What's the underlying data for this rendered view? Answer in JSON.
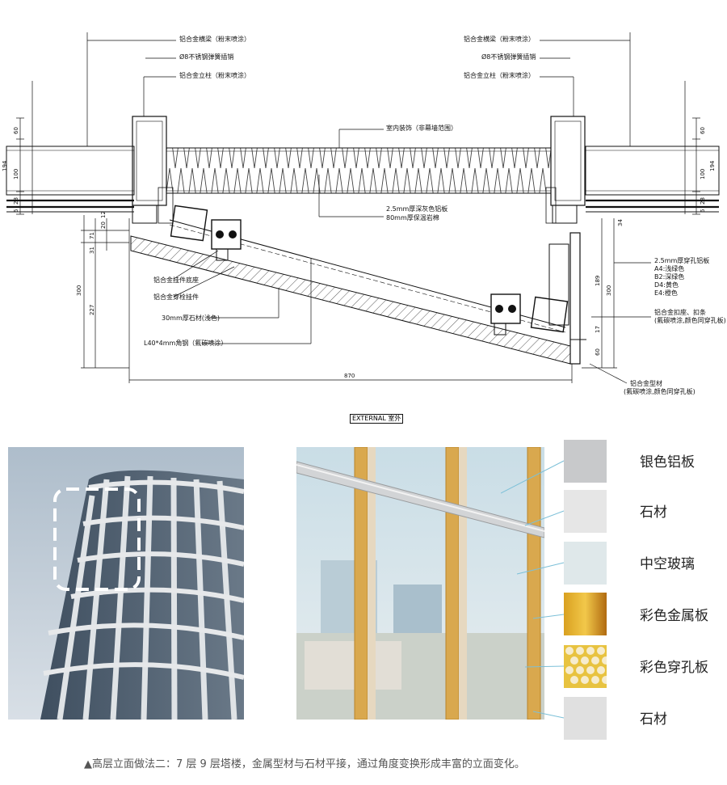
{
  "drawing": {
    "labels": {
      "tl1": "铝合金横梁（粉末喷涂）",
      "tl2": "Ø8不锈钢弹簧插销",
      "tl3": "铝合金立柱（粉末喷涂）",
      "tr1": "铝合金横梁（粉末喷涂）",
      "tr2": "Ø8不锈钢弹簧插销",
      "tr3": "铝合金立柱（粉末喷涂）",
      "center1": "室内装饰（非幕墙范围）",
      "center2": "2.5mm厚深灰色铝板",
      "center3": "80mm厚保温岩棉",
      "bl1": "铝合金挂件底座",
      "bl2": "铝合金穿栓挂件",
      "bl3": "30mm厚石材(浅色)",
      "bl4": "L40*4mm角钢（氟碳喷涂）",
      "br1": "2.5mm厚穿孔铝板",
      "br2": "A4:浅绿色",
      "br3": "B2:深绿色",
      "br4": "D4:黄色",
      "br5": "E4:橙色",
      "br6": "铝合金扣座、扣条",
      "br7": "(氟碳喷涂,颜色同穿孔板)",
      "br8": "铝合金型材",
      "br9": "(氟碳喷涂,颜色同穿孔板)"
    },
    "dims": {
      "l60": "60",
      "l100": "100",
      "l194": "194",
      "l28": "28",
      "l6": "6",
      "l12": "12",
      "l20": "20",
      "l71": "71",
      "l31": "31",
      "l300": "300",
      "l227": "227",
      "r60": "60",
      "r100": "100",
      "r194": "194",
      "r28": "28",
      "r6": "6",
      "r34": "34",
      "r189": "189",
      "r300": "300",
      "r17": "17",
      "r60b": "60",
      "w870": "870"
    },
    "external_label": "EXTERNAL 室外"
  },
  "materials": [
    {
      "label": "银色铝板",
      "color": "#c8c9cb"
    },
    {
      "label": "石材",
      "color": "#e6e6e6"
    },
    {
      "label": "中空玻璃",
      "color": "#dfe8ea"
    },
    {
      "label": "彩色金属板",
      "color": "#c8901e"
    },
    {
      "label": "彩色穿孔板",
      "color": "#e8c340"
    },
    {
      "label": "石材",
      "color": "#e0e0e0"
    }
  ],
  "caption": "▲高层立面做法二：7 层 9 层塔楼，金属型材与石材平接，通过角度变换形成丰富的立面变化。"
}
